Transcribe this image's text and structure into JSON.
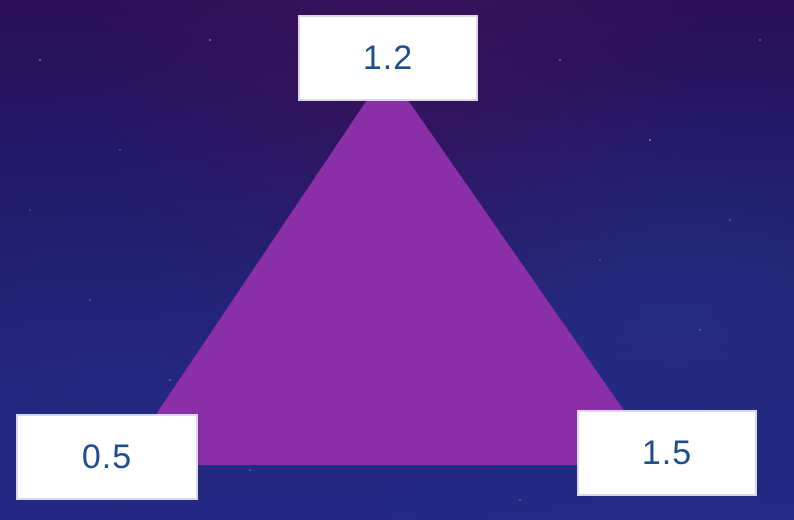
{
  "colors": {
    "triangle_fill": "#8a2fa8",
    "label_text": "#1f4e8c",
    "label_background": "#ffffff"
  },
  "vertex_labels": {
    "top": "1.2",
    "bottom_left": "0.5",
    "bottom_right": "1.5"
  }
}
